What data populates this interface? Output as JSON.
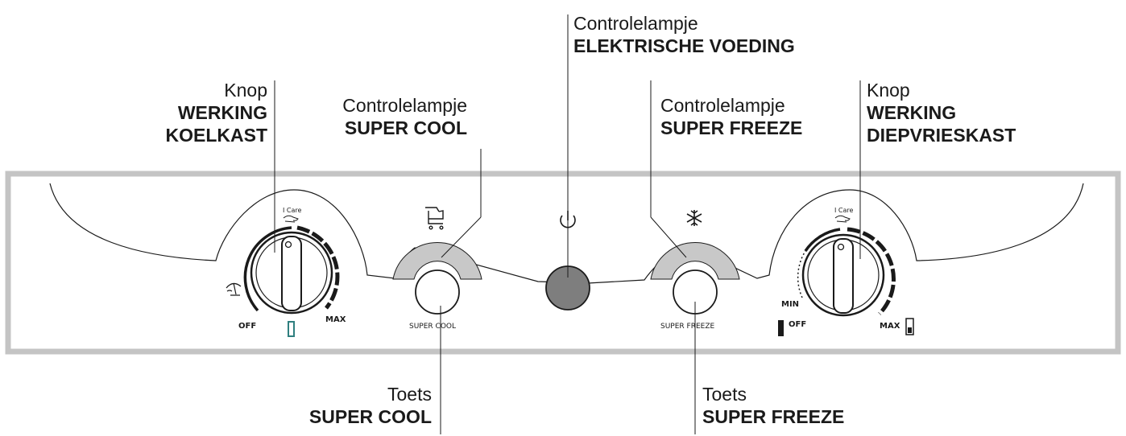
{
  "labels": {
    "knob_fridge": {
      "line1": "Knop",
      "line2": "WERKING",
      "line3": "KOELKAST"
    },
    "lamp_super_cool": {
      "line1": "Controlelampje",
      "line2": "SUPER COOL"
    },
    "lamp_power": {
      "line1": "Controlelampje",
      "line2": "ELEKTRISCHE VOEDING"
    },
    "lamp_super_freeze": {
      "line1": "Controlelampje",
      "line2": "SUPER FREEZE"
    },
    "knob_freezer": {
      "line1": "Knop",
      "line2": "WERKING",
      "line3": "DIEPVRIESKAST"
    },
    "button_super_cool": {
      "line1": "Toets",
      "line2": "SUPER COOL"
    },
    "button_super_freeze": {
      "line1": "Toets",
      "line2": "SUPER FREEZE"
    }
  },
  "panel": {
    "fridge_dial": {
      "icare": "I Care",
      "off": "OFF",
      "max": "MAX"
    },
    "super_cool_caption": "SUPER COOL",
    "super_freeze_caption": "SUPER FREEZE",
    "freezer_dial": {
      "icare": "I Care",
      "min": "MIN",
      "off": "OFF",
      "max": "MAX"
    }
  },
  "icons": {
    "super_cool": "cart-icon",
    "power": "power-icon",
    "super_freeze": "snowflake-icon",
    "holiday": "umbrella-icon",
    "icare": "hand-icon"
  },
  "colors": {
    "frame": "#c4c4c4",
    "lamp_segment": "#c8c8c8",
    "power_lamp": "#7e7e7e",
    "fridge_indicator": "#2f7f7f",
    "line": "#1a1a1a"
  }
}
